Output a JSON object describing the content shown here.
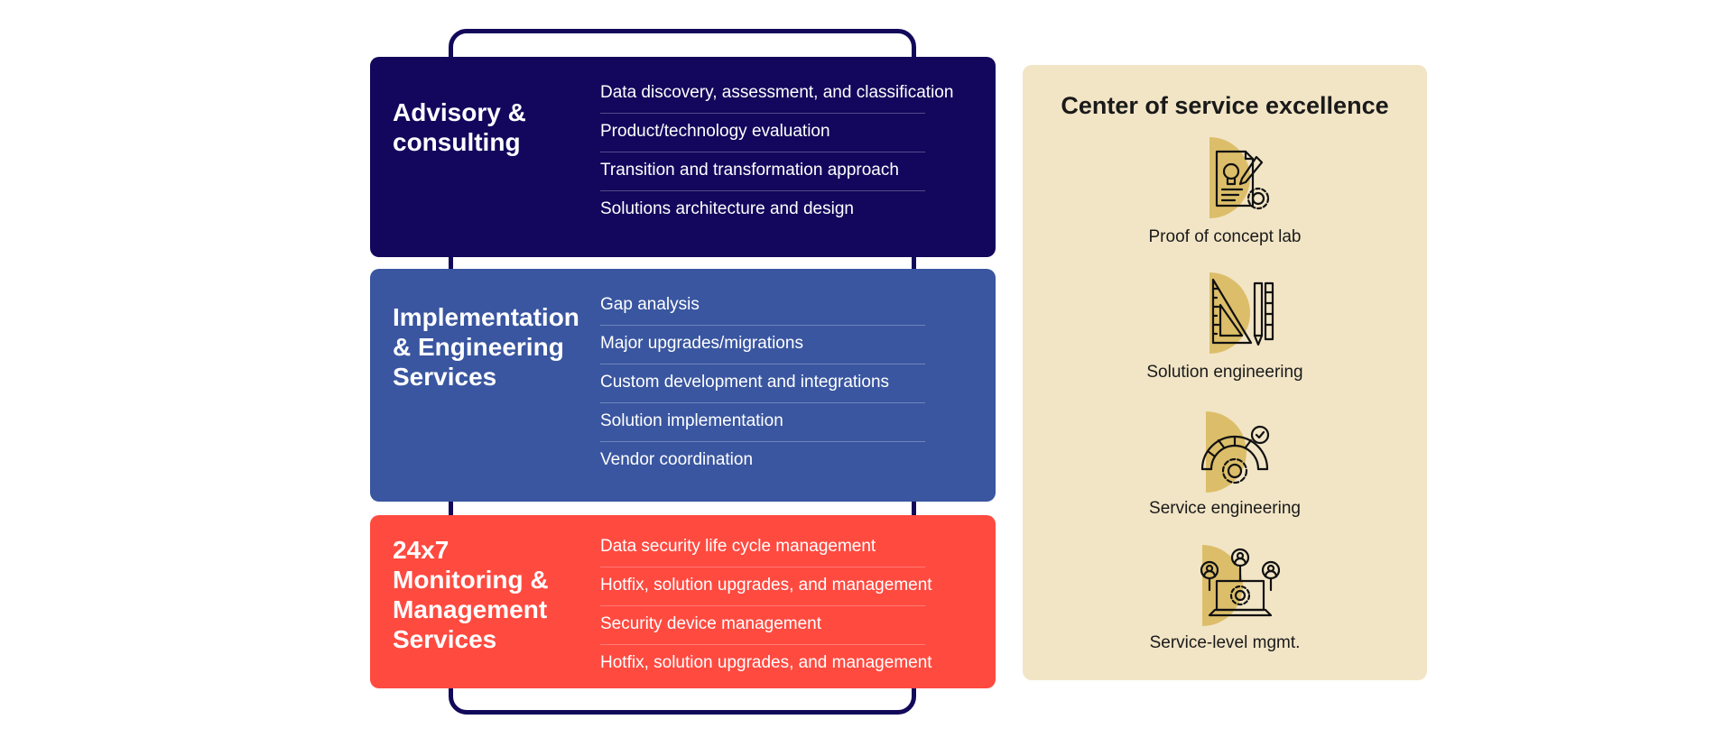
{
  "colors": {
    "frame": "#12095a",
    "advisory": "#12075c",
    "implementation": "#3a56a0",
    "monitoring": "#ff4a40",
    "panel": "#f2e5c6",
    "icon_accent": "#dcbe6a"
  },
  "blocks": [
    {
      "title": "Advisory &\nconsulting",
      "color": "#12075c",
      "items": [
        "Data discovery, assessment, and classification",
        "Product/technology evaluation",
        "Transition and transformation approach",
        "Solutions architecture and design"
      ]
    },
    {
      "title": "Implementation\n& Engineering\nServices",
      "color": "#3a56a0",
      "items": [
        "Gap analysis",
        "Major upgrades/migrations",
        "Custom development and integrations",
        "Solution implementation",
        "Vendor coordination"
      ]
    },
    {
      "title": "24x7\nMonitoring &\nManagement\nServices",
      "color": "#ff4a40",
      "items": [
        "Data security life cycle management",
        "Hotfix, solution upgrades, and management",
        "Security device management",
        "Hotfix, solution upgrades, and management"
      ]
    }
  ],
  "coe": {
    "title": "Center of service excellence",
    "items": [
      {
        "label": "Proof of concept lab",
        "icon": "document-lightbulb-gear-icon"
      },
      {
        "label": "Solution engineering",
        "icon": "ruler-triangle-pencil-icon"
      },
      {
        "label": "Service engineering",
        "icon": "gauge-gear-check-icon"
      },
      {
        "label": "Service-level mgmt.",
        "icon": "people-laptop-gear-icon"
      }
    ]
  }
}
